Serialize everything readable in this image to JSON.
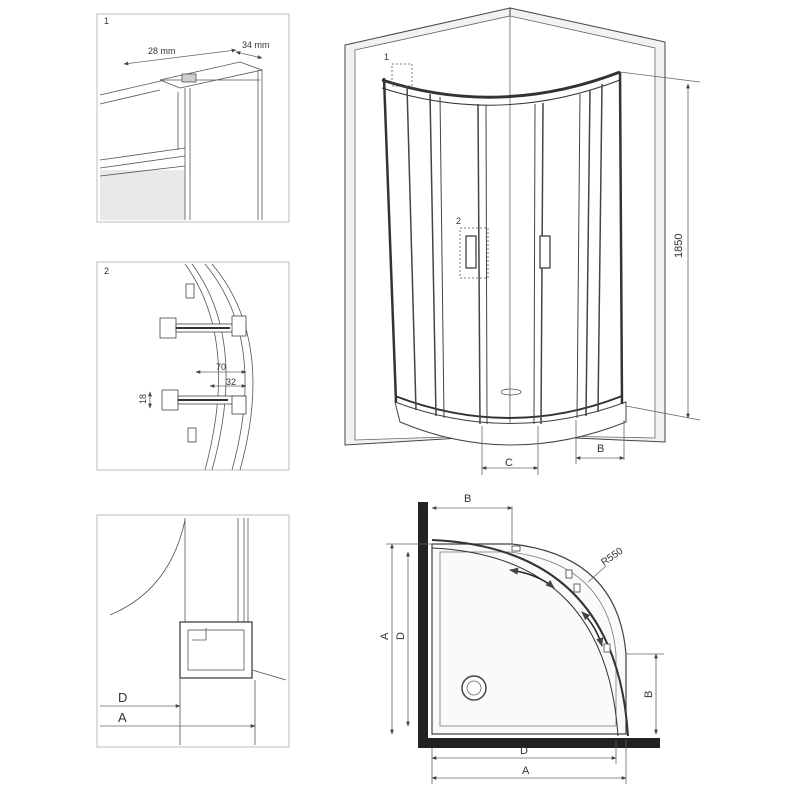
{
  "panels": {
    "detail1": {
      "number": "1",
      "dim_a": "28 mm",
      "dim_b": "34 mm"
    },
    "detail2": {
      "number": "2",
      "dim_70": "70",
      "dim_32": "32",
      "dim_18": "18"
    },
    "detail3": {
      "label_d": "D",
      "label_a": "A"
    }
  },
  "main_view": {
    "callout_1": "1",
    "callout_2": "2",
    "height": "1850",
    "dim_c": "C",
    "dim_b": "B"
  },
  "plan_view": {
    "dim_b_top": "B",
    "radius": "R550",
    "dim_a_left": "A",
    "dim_d_left": "D",
    "dim_b_right": "B",
    "dim_d_bottom": "D",
    "dim_a_bottom": "A"
  },
  "colors": {
    "line": "#444444",
    "frame": "#333333",
    "wall": "#d9d9d9",
    "glass": "#f5f5f5"
  }
}
